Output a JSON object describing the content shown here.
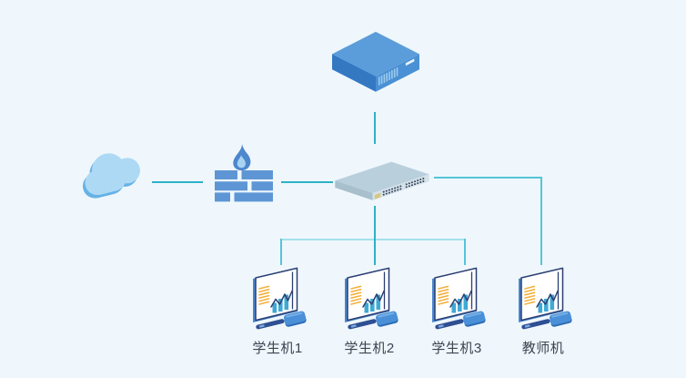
{
  "diagram": {
    "type": "network-topology",
    "colors": {
      "background": "#eff7fc",
      "line_teal": "#2cb2c8",
      "line_cyan_medium": "#55c4d8",
      "line_cyan_light": "#a2e2ec",
      "label_text": "#3d4450",
      "device_blue": "#4a90d4",
      "firewall_brick": "#5e96d5",
      "switch_gray": "#b9cfdc"
    },
    "nodes": {
      "internet": {
        "icon": "cloud-icon"
      },
      "firewall": {
        "icon": "firewall-icon"
      },
      "server": {
        "icon": "server-icon"
      },
      "switch": {
        "icon": "switch-icon"
      },
      "computers": [
        {
          "label": "学生机1",
          "icon": "computer-icon"
        },
        {
          "label": "学生机2",
          "icon": "computer-icon"
        },
        {
          "label": "学生机3",
          "icon": "computer-icon"
        },
        {
          "label": "教师机",
          "icon": "computer-icon"
        }
      ]
    },
    "links": [
      {
        "from": "internet",
        "to": "firewall"
      },
      {
        "from": "firewall",
        "to": "switch"
      },
      {
        "from": "server",
        "to": "switch"
      },
      {
        "from": "switch",
        "to": "学生机1"
      },
      {
        "from": "switch",
        "to": "学生机2"
      },
      {
        "from": "switch",
        "to": "学生机3"
      },
      {
        "from": "switch",
        "to": "教师机"
      }
    ]
  }
}
